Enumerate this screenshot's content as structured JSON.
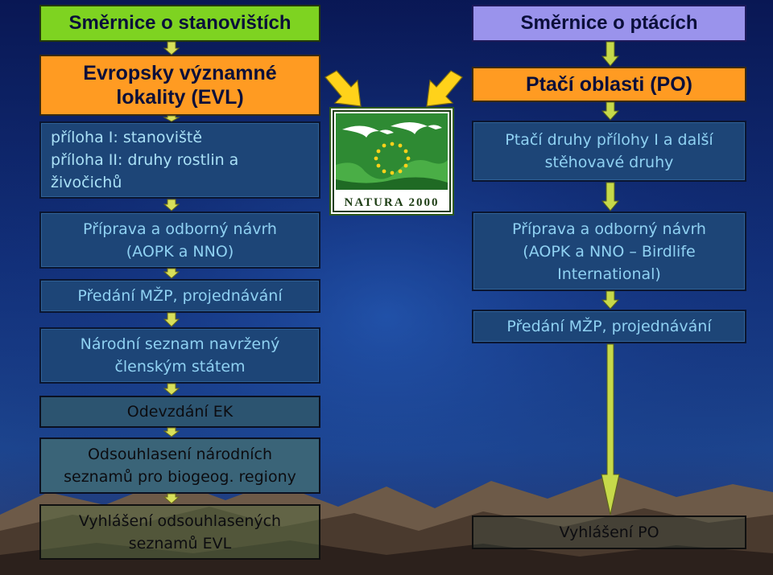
{
  "left": {
    "header": "Směrnice o stanovištích",
    "evl_title": "Evropsky významné lokality (EVL)",
    "annex_lines": "příloha I: stanoviště\npříloha II: druhy rostlin a\nživočichů",
    "proposal": "Příprava a odborný návrh\n(AOPK a NNO)",
    "handover": "Předání MŽP, projednávání",
    "national_list": "Národní seznam navržený\nčlenským státem",
    "submission": "Odevzdání EK",
    "approval": "Odsouhlasení národních\nseznamů pro biogeog. regiony",
    "declaration": "Vyhlášení odsouhlasených\nseznamů EVL"
  },
  "right": {
    "header": "Směrnice o ptácích",
    "spa_title": "Ptačí oblasti (PO)",
    "species": "Ptačí druhy přílohy I a další\nstěhovavé druhy",
    "proposal": "Příprava a odborný návrh\n(AOPK a NNO – Birdlife\nInternational)",
    "handover": "Předání MŽP, projednávání",
    "declaration": "Vyhlášení PO"
  },
  "logo": {
    "text": "NATURA 2000",
    "icon": "natura-2000-logo"
  },
  "colors": {
    "bg_top": "#0a1a5c",
    "bg_mid": "#15347e",
    "bg_bottom": "#2a1d1c",
    "green_header": "#7ed321",
    "lavender_header": "#9a93ec",
    "orange": "#ff9b22",
    "dark_box": "#1d4577",
    "text_blue": "#8fd1f2",
    "arrow_yellow": "#ffd21a",
    "arrow_green": "#c6d94a"
  }
}
